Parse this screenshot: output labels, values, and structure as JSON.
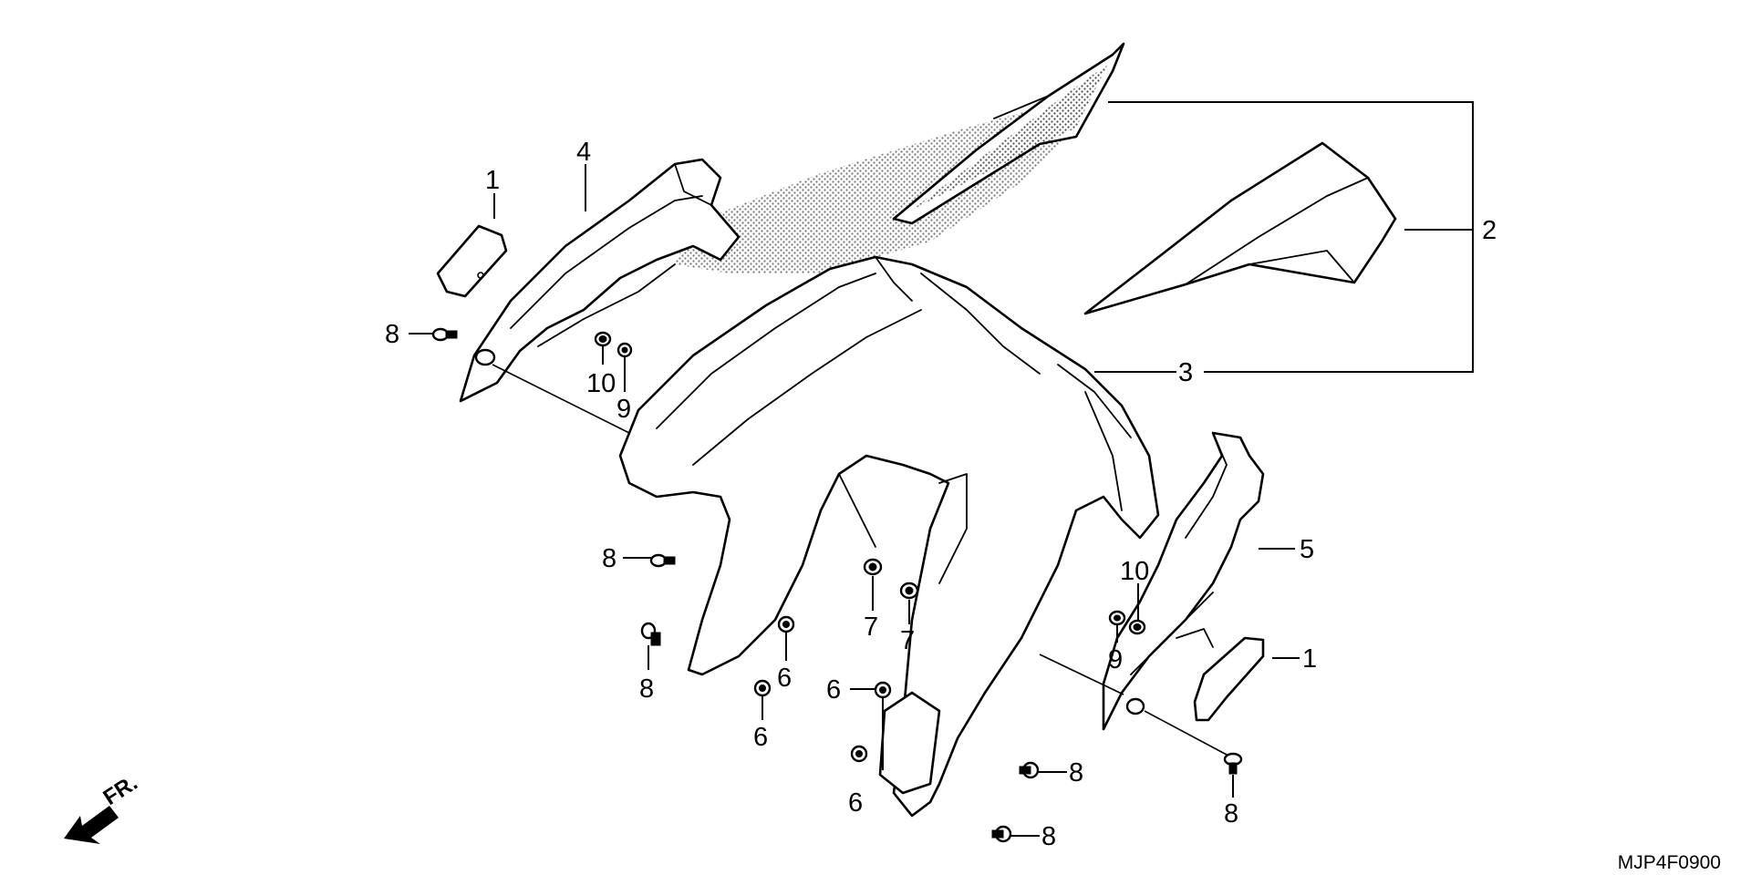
{
  "diagram": {
    "diagram_code": "MJP4F0900",
    "front_indicator": "FR.",
    "callouts": [
      {
        "id": "c1a",
        "label": "1"
      },
      {
        "id": "c4",
        "label": "4"
      },
      {
        "id": "c8a",
        "label": "8"
      },
      {
        "id": "c10a",
        "label": "10"
      },
      {
        "id": "c9a",
        "label": "9"
      },
      {
        "id": "c2",
        "label": "2"
      },
      {
        "id": "c3",
        "label": "3"
      },
      {
        "id": "c5",
        "label": "5"
      },
      {
        "id": "c10b",
        "label": "10"
      },
      {
        "id": "c1b",
        "label": "1"
      },
      {
        "id": "c9b",
        "label": "9"
      },
      {
        "id": "c8b",
        "label": "8"
      },
      {
        "id": "c8c",
        "label": "8"
      },
      {
        "id": "c7a",
        "label": "7"
      },
      {
        "id": "c7b",
        "label": "7"
      },
      {
        "id": "c6a",
        "label": "6"
      },
      {
        "id": "c6b",
        "label": "6"
      },
      {
        "id": "c6c",
        "label": "6"
      },
      {
        "id": "c6d",
        "label": "6"
      },
      {
        "id": "c8d",
        "label": "8"
      },
      {
        "id": "c8e",
        "label": "8"
      },
      {
        "id": "c8f",
        "label": "8"
      }
    ]
  }
}
